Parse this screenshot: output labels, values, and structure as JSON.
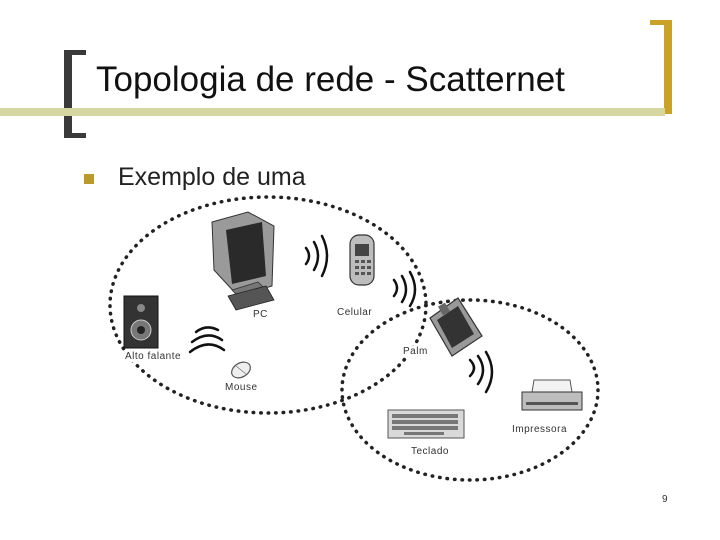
{
  "slide": {
    "title": "Topologia de rede - Scatternet",
    "bullet": "Exemplo de uma",
    "page_number": "9"
  },
  "diagram": {
    "labels": {
      "pc": "PC",
      "celular": "Celular",
      "palm": "Palm",
      "alto_falante": "Alto falante",
      "mouse": "Mouse",
      "teclado": "Teclado",
      "impressora": "Impressora"
    }
  },
  "colors": {
    "bracket_left": "#3a3a3a",
    "bracket_right": "#c9a227",
    "title_bar": "#d6d6a0",
    "bullet": "#b99a2a"
  }
}
